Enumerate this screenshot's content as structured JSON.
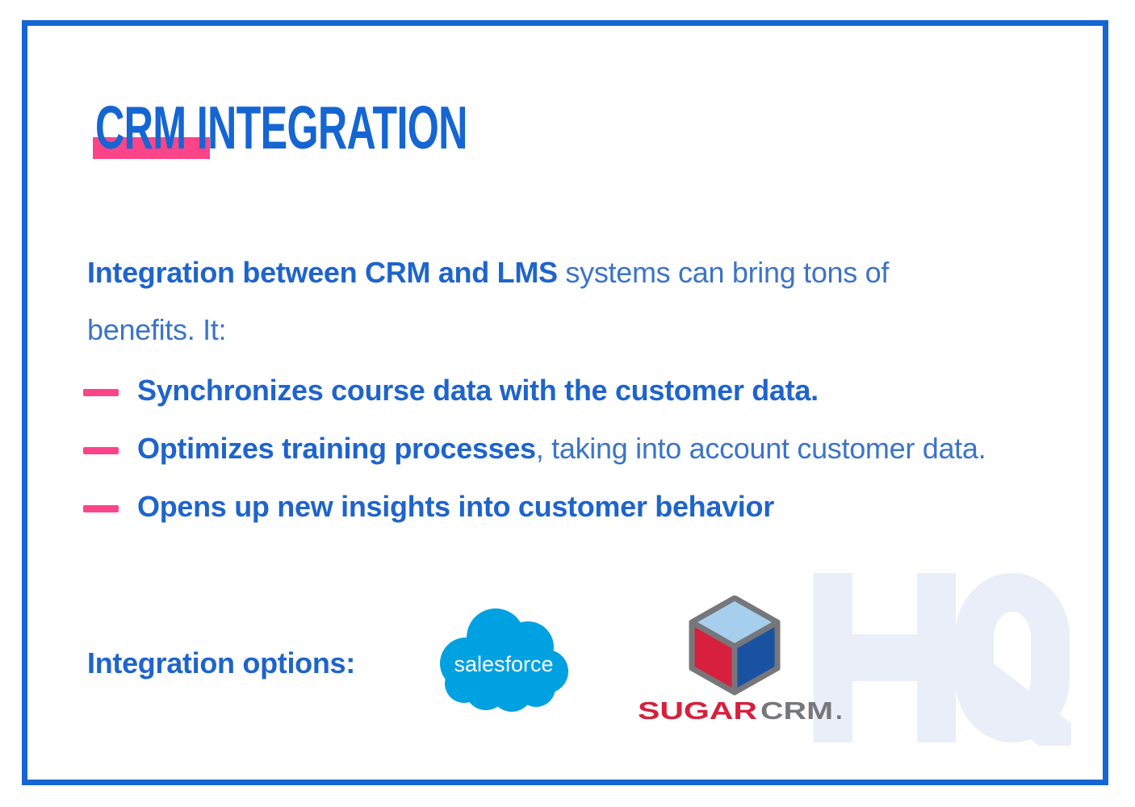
{
  "slide": {
    "title": {
      "highlight_word": "CRM",
      "rest_word": "INTEGRATION"
    },
    "intro": {
      "bold": "Integration between CRM and LMS",
      "regular": " systems can bring tons of benefits. It:"
    },
    "bullets": [
      {
        "bold": "Synchronizes course data with the customer data.",
        "regular": ""
      },
      {
        "bold": "Optimizes training processes",
        "regular": ", taking into account customer data."
      },
      {
        "bold": "Opens up new insights into customer behavior",
        "regular": ""
      }
    ],
    "options_label": "Integration options:",
    "logos": {
      "salesforce": {
        "name": "Salesforce",
        "wordmark": "salesforce",
        "cloud_color": "#00A1E0"
      },
      "sugarcrm": {
        "name": "SugarCRM",
        "wordmark_sugar": "SUGAR",
        "wordmark_crm": "CRM",
        "wordmark_period": ".",
        "red": "#D6203D",
        "blue": "#1A52A2",
        "cube_top": "#A5CFEC",
        "gray": "#76777A"
      }
    },
    "watermark": {
      "text": "HQ",
      "color": "#E9EEF8"
    },
    "colors": {
      "border_blue": "#1565D3",
      "title_blue": "#1565D3",
      "text_blue": "#3B74C9",
      "bold_text_blue": "#1E64CC",
      "accent_pink": "#FC4489"
    }
  }
}
